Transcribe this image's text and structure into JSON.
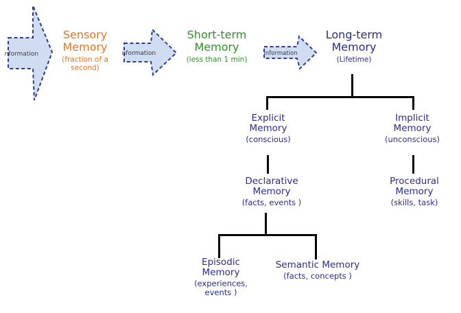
{
  "palette": {
    "orange": "#e8761e",
    "green": "#2e9229",
    "navy": "#2b2b8f",
    "line": "#000000",
    "arrow-fill": "#cfdcf2",
    "arrow-border": "#2b3a99",
    "info-text": "#3a3a3a"
  },
  "flow": {
    "arrows": [
      {
        "label": "Information"
      },
      {
        "label": "Information"
      },
      {
        "label": "Information"
      }
    ],
    "stages": [
      {
        "title": "Sensory Memory",
        "subtitle": "(fraction of a second)"
      },
      {
        "title": "Short-term Memory",
        "subtitle": "(less than 1 min)"
      },
      {
        "title": "Long-term Memory",
        "subtitle": "(Lifetime)"
      }
    ]
  },
  "tree": {
    "level1": [
      {
        "title": "Explicit Memory",
        "subtitle": "(conscious)"
      },
      {
        "title": "Implicit Memory",
        "subtitle": "(unconscious)"
      }
    ],
    "level2": [
      {
        "title": "Declarative Memory",
        "subtitle": "(facts, events )"
      },
      {
        "title": "Procedural Memory",
        "subtitle": "(skills, task)"
      }
    ],
    "level3": [
      {
        "title": "Episodic Memory",
        "subtitle": "(experiences, events )"
      },
      {
        "title": "Semantic Memory",
        "subtitle": "(facts, concepts )"
      }
    ]
  }
}
